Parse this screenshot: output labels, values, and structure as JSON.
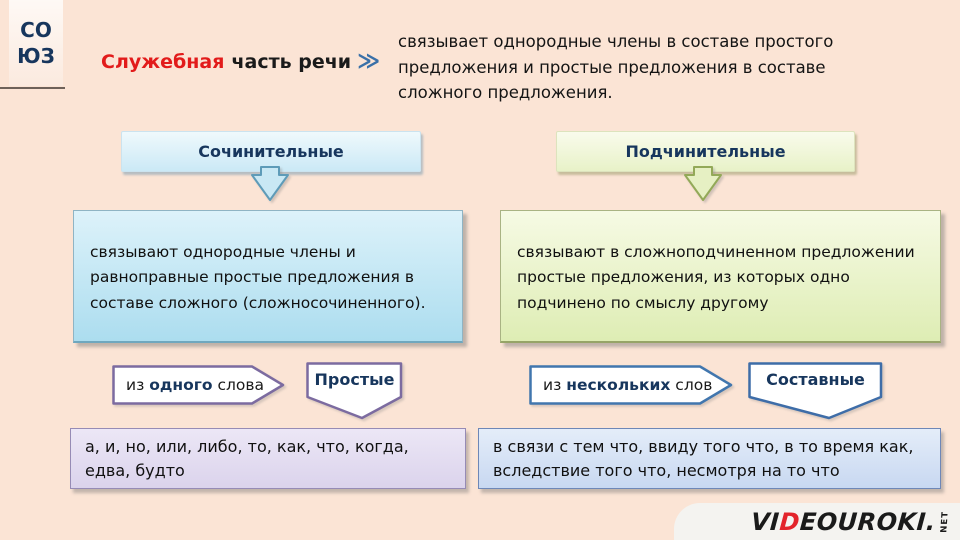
{
  "corner": {
    "line1": "СО",
    "line2": "ЮЗ"
  },
  "header": {
    "term_red": "Служебная",
    "term_rest": "часть речи",
    "chevron": "≫",
    "definition": "связывает однородные члены в составе простого предложения и простые предложения в составе сложного предложения."
  },
  "columns": {
    "left": {
      "title": "Сочинительные",
      "description": "связывают однородные члены и равноправные простые предложения в составе сложного (сложносочиненного).",
      "tag_prefix": "из ",
      "tag_bold": "одного",
      "tag_suffix": " слова",
      "type_label": "Простые",
      "examples": "а, и, но, или, либо, то, как, что, когда, едва, будто"
    },
    "right": {
      "title": "Подчинительные",
      "description": "связывают в сложноподчиненном предложении простые предложения, из которых одно подчинено по смыслу другому",
      "tag_prefix": "из ",
      "tag_bold": "нескольких",
      "tag_suffix": " слов",
      "type_label": "Составные",
      "examples": "в связи с тем что, ввиду того что, в то время как, вследствие того что, несмотря на то что"
    }
  },
  "logo": {
    "pre": "VI",
    "d": "D",
    "post": "EOUROKI.",
    "net": "NET"
  },
  "colors": {
    "page_bg": "#FBE4D5",
    "accent_navy": "#17365D",
    "accent_red": "#E21B1B",
    "chevron_blue": "#3A70A8",
    "coord_box_blue": "#CBE9F6",
    "subord_box_green": "#E8F2C8",
    "desc_blue": "#ACDDEF",
    "desc_green": "#DEEDB4",
    "examples_purple": "#DBD3EC",
    "examples_blue": "#C8D8F1",
    "pentagon_purple_border": "#7C6BA0",
    "pentagon_blue_border": "#3E6DA8",
    "logo_red": "#E3242B"
  }
}
